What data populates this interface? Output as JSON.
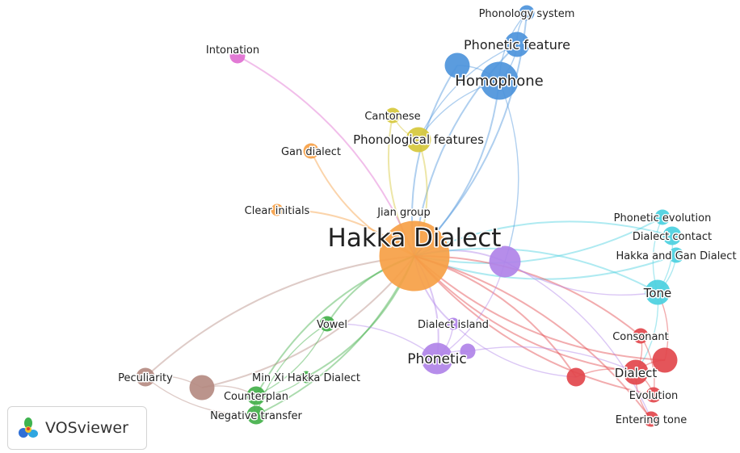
{
  "branding": {
    "app_name": "VOSviewer",
    "logo_icon": "vosviewer-logo-icon"
  },
  "network": {
    "clusters": {
      "orange": "#f6a045",
      "blue": "#4d94db",
      "yellow": "#d6c83b",
      "magenta": "#e06fd1",
      "purple": "#b083e8",
      "green": "#43b04a",
      "cyan": "#4bd0e0",
      "red": "#e2474c",
      "brown": "#b58b82"
    },
    "nodes": [
      {
        "id": "hakka",
        "label": "Hakka Dialect",
        "cluster": "orange",
        "weight": 10
      },
      {
        "id": "jian",
        "label": "Jian group",
        "cluster": "orange",
        "weight": 0
      },
      {
        "id": "clear",
        "label": "Clear initials",
        "cluster": "orange",
        "weight": 1
      },
      {
        "id": "gan",
        "label": "Gan dialect",
        "cluster": "orange",
        "weight": 1.5
      },
      {
        "id": "homophone",
        "label": "Homophone",
        "cluster": "blue",
        "weight": 5
      },
      {
        "id": "phonfeat",
        "label": "Phonetic feature",
        "cluster": "blue",
        "weight": 3
      },
      {
        "id": "phonsys",
        "label": "Phonology system",
        "cluster": "blue",
        "weight": 1.5
      },
      {
        "id": "blue_unl",
        "label": "",
        "cluster": "blue",
        "weight": 3
      },
      {
        "id": "phonological",
        "label": "Phonological features",
        "cluster": "yellow",
        "weight": 3
      },
      {
        "id": "cantonese",
        "label": "Cantonese",
        "cluster": "yellow",
        "weight": 1.5
      },
      {
        "id": "intonation",
        "label": "Intonation",
        "cluster": "magenta",
        "weight": 1.5
      },
      {
        "id": "phonetic",
        "label": "Phonetic",
        "cluster": "purple",
        "weight": 4
      },
      {
        "id": "island",
        "label": "Dialect island",
        "cluster": "purple",
        "weight": 1
      },
      {
        "id": "purple_unl",
        "label": "",
        "cluster": "purple",
        "weight": 4
      },
      {
        "id": "purple_sm",
        "label": "",
        "cluster": "purple",
        "weight": 1.5
      },
      {
        "id": "vowel",
        "label": "Vowel",
        "cluster": "green",
        "weight": 1.5
      },
      {
        "id": "minxi",
        "label": "Min Xi Hakka Dialect",
        "cluster": "green",
        "weight": 1
      },
      {
        "id": "counterplan",
        "label": "Counterplan",
        "cluster": "green",
        "weight": 2
      },
      {
        "id": "negative",
        "label": "Negative transfer",
        "cluster": "green",
        "weight": 2
      },
      {
        "id": "pevo",
        "label": "Phonetic evolution",
        "cluster": "cyan",
        "weight": 1.5
      },
      {
        "id": "contact",
        "label": "Dialect contact",
        "cluster": "cyan",
        "weight": 2
      },
      {
        "id": "hakkagan",
        "label": "Hakka and Gan Dialect",
        "cluster": "cyan",
        "weight": 1.5
      },
      {
        "id": "tone",
        "label": "Tone",
        "cluster": "cyan",
        "weight": 3
      },
      {
        "id": "dialect",
        "label": "Dialect",
        "cluster": "red",
        "weight": 3
      },
      {
        "id": "consonant",
        "label": "Consonant",
        "cluster": "red",
        "weight": 1.5
      },
      {
        "id": "evolution",
        "label": "Evolution",
        "cluster": "red",
        "weight": 1.5
      },
      {
        "id": "entering",
        "label": "Entering tone",
        "cluster": "red",
        "weight": 1.5
      },
      {
        "id": "red_unl1",
        "label": "",
        "cluster": "red",
        "weight": 3
      },
      {
        "id": "red_unl2",
        "label": "",
        "cluster": "red",
        "weight": 2
      },
      {
        "id": "peculiarity",
        "label": "Peculiarity",
        "cluster": "brown",
        "weight": 2
      },
      {
        "id": "brown_unl",
        "label": "",
        "cluster": "brown",
        "weight": 3
      }
    ],
    "edges": [
      [
        "hakka",
        "homophone"
      ],
      [
        "hakka",
        "phonfeat"
      ],
      [
        "hakka",
        "phonsys"
      ],
      [
        "hakka",
        "blue_unl"
      ],
      [
        "hakka",
        "phonological"
      ],
      [
        "hakka",
        "cantonese"
      ],
      [
        "hakka",
        "intonation"
      ],
      [
        "hakka",
        "gan"
      ],
      [
        "hakka",
        "clear"
      ],
      [
        "hakka",
        "phonetic"
      ],
      [
        "hakka",
        "island"
      ],
      [
        "hakka",
        "purple_unl"
      ],
      [
        "hakka",
        "vowel"
      ],
      [
        "hakka",
        "minxi"
      ],
      [
        "hakka",
        "counterplan"
      ],
      [
        "hakka",
        "negative"
      ],
      [
        "hakka",
        "pevo"
      ],
      [
        "hakka",
        "contact"
      ],
      [
        "hakka",
        "hakkagan"
      ],
      [
        "hakka",
        "tone"
      ],
      [
        "hakka",
        "dialect"
      ],
      [
        "hakka",
        "consonant"
      ],
      [
        "hakka",
        "evolution"
      ],
      [
        "hakka",
        "entering"
      ],
      [
        "hakka",
        "red_unl1"
      ],
      [
        "hakka",
        "red_unl2"
      ],
      [
        "hakka",
        "peculiarity"
      ],
      [
        "hakka",
        "brown_unl"
      ],
      [
        "homophone",
        "phonfeat"
      ],
      [
        "homophone",
        "phonsys"
      ],
      [
        "homophone",
        "blue_unl"
      ],
      [
        "phonfeat",
        "phonsys"
      ],
      [
        "homophone",
        "phonological"
      ],
      [
        "homophone",
        "purple_unl"
      ],
      [
        "phonfeat",
        "phonological"
      ],
      [
        "phonological",
        "cantonese"
      ],
      [
        "purple_unl",
        "tone"
      ],
      [
        "purple_unl",
        "phonetic"
      ],
      [
        "phonetic",
        "island"
      ],
      [
        "phonetic",
        "purple_sm"
      ],
      [
        "phonetic",
        "vowel"
      ],
      [
        "phonetic",
        "dialect"
      ],
      [
        "tone",
        "contact"
      ],
      [
        "tone",
        "pevo"
      ],
      [
        "tone",
        "hakkagan"
      ],
      [
        "tone",
        "dialect"
      ],
      [
        "dialect",
        "consonant"
      ],
      [
        "dialect",
        "evolution"
      ],
      [
        "dialect",
        "entering"
      ],
      [
        "dialect",
        "red_unl1"
      ],
      [
        "dialect",
        "red_unl2"
      ],
      [
        "consonant",
        "evolution"
      ],
      [
        "red_unl1",
        "tone"
      ],
      [
        "vowel",
        "counterplan"
      ],
      [
        "vowel",
        "negative"
      ],
      [
        "minxi",
        "counterplan"
      ],
      [
        "counterplan",
        "negative"
      ],
      [
        "peculiarity",
        "brown_unl"
      ],
      [
        "peculiarity",
        "negative"
      ],
      [
        "brown_unl",
        "counterplan"
      ],
      [
        "island",
        "red_unl2"
      ],
      [
        "purple_unl",
        "entering"
      ]
    ]
  }
}
